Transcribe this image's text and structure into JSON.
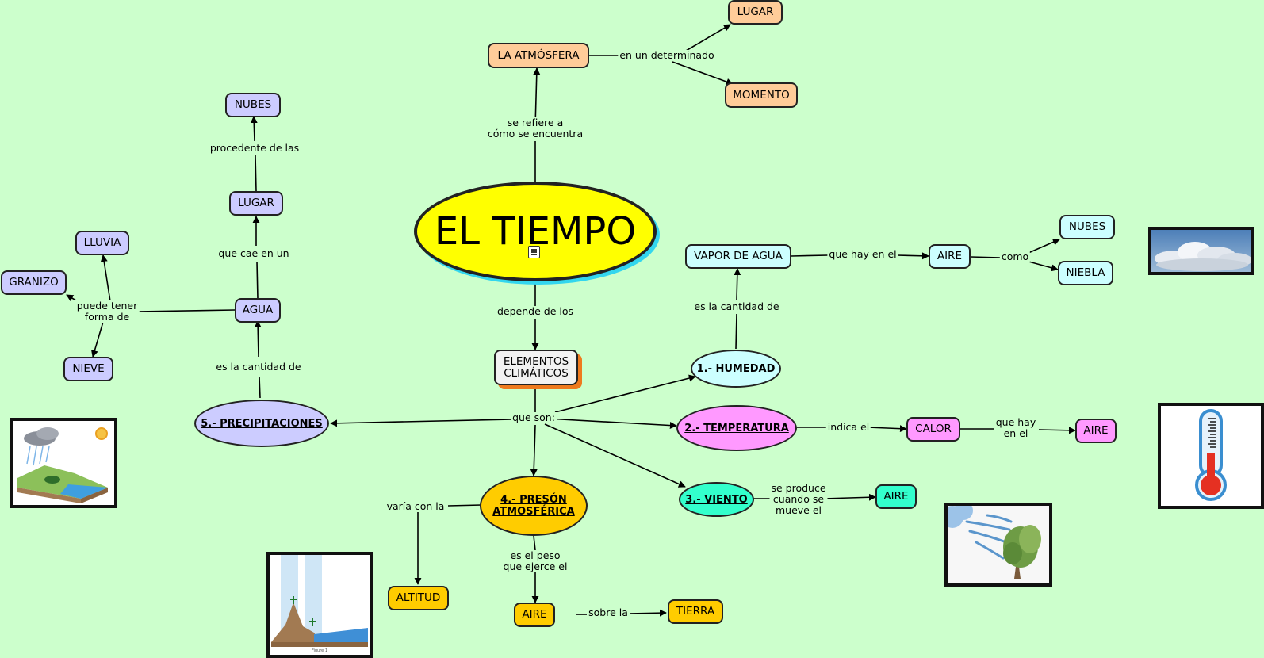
{
  "diagram": {
    "colors": {
      "background": "#ccffcc",
      "main": "#ffff00",
      "peach": "#ffcc99",
      "lavender": "#ccccff",
      "lightcyan": "#ccffff",
      "pink": "#ff99ff",
      "teal": "#33ffcc",
      "orange": "#ffcc00",
      "gray": "#f2f2f2"
    },
    "nodes": {
      "el_tiempo": "EL TIEMPO",
      "atmosfera": "LA ATMÓSFERA",
      "lugar_top": "LUGAR",
      "momento": "MOMENTO",
      "elementos": "ELEMENTOS\nCLIMÁTICOS",
      "humedad": "1.- HUMEDAD",
      "vapor": "VAPOR DE AGUA",
      "aire_humedad": "AIRE",
      "nubes_right": "NUBES",
      "niebla": "NIEBLA",
      "temperatura": "2.- TEMPERATURA",
      "calor": "CALOR",
      "aire_temp": "AIRE",
      "viento": "3.- VIENTO",
      "aire_viento": "AIRE",
      "presion": "4.- PRESÓN\nATMOSFÉRICA",
      "altitud": "ALTITUD",
      "aire_presion": "AIRE",
      "tierra": "TIERRA",
      "precipitaciones": "5.- PRECIPITACIONES",
      "agua": "AGUA",
      "lugar_left": "LUGAR",
      "nubes_left": "NUBES",
      "lluvia": "LLUVIA",
      "granizo": "GRANIZO",
      "nieve": "NIEVE"
    },
    "links": {
      "se_refiere": "se refiere a\ncómo se encuentra",
      "en_un_determinado": "en un determinado",
      "depende": "depende de los",
      "que_son": "que son:",
      "es_cantidad_humedad": "es la cantidad de",
      "que_hay_en_el": "que hay en el",
      "como": "como",
      "indica_el": "indica el",
      "que_hay_en_el_2": "que hay\nen el",
      "se_produce": "se produce\ncuando se\nmueve el",
      "varia_con_la": "varía con la",
      "es_el_peso": "es el peso\nque ejerce el",
      "sobre_la": "sobre la",
      "es_cantidad_precip": "es la cantidad de",
      "que_cae": "que cae en un",
      "procedente": "procedente de las",
      "puede_tener": "puede tener\nforma de"
    },
    "images": {
      "clouds": "clouds-photo",
      "thermometer": "thermometer-icon",
      "wind": "wind-tree-icon",
      "pressure": "pressure-figure",
      "water_cycle": "water-cycle-icon",
      "pressure_caption": "Figure 1"
    }
  }
}
